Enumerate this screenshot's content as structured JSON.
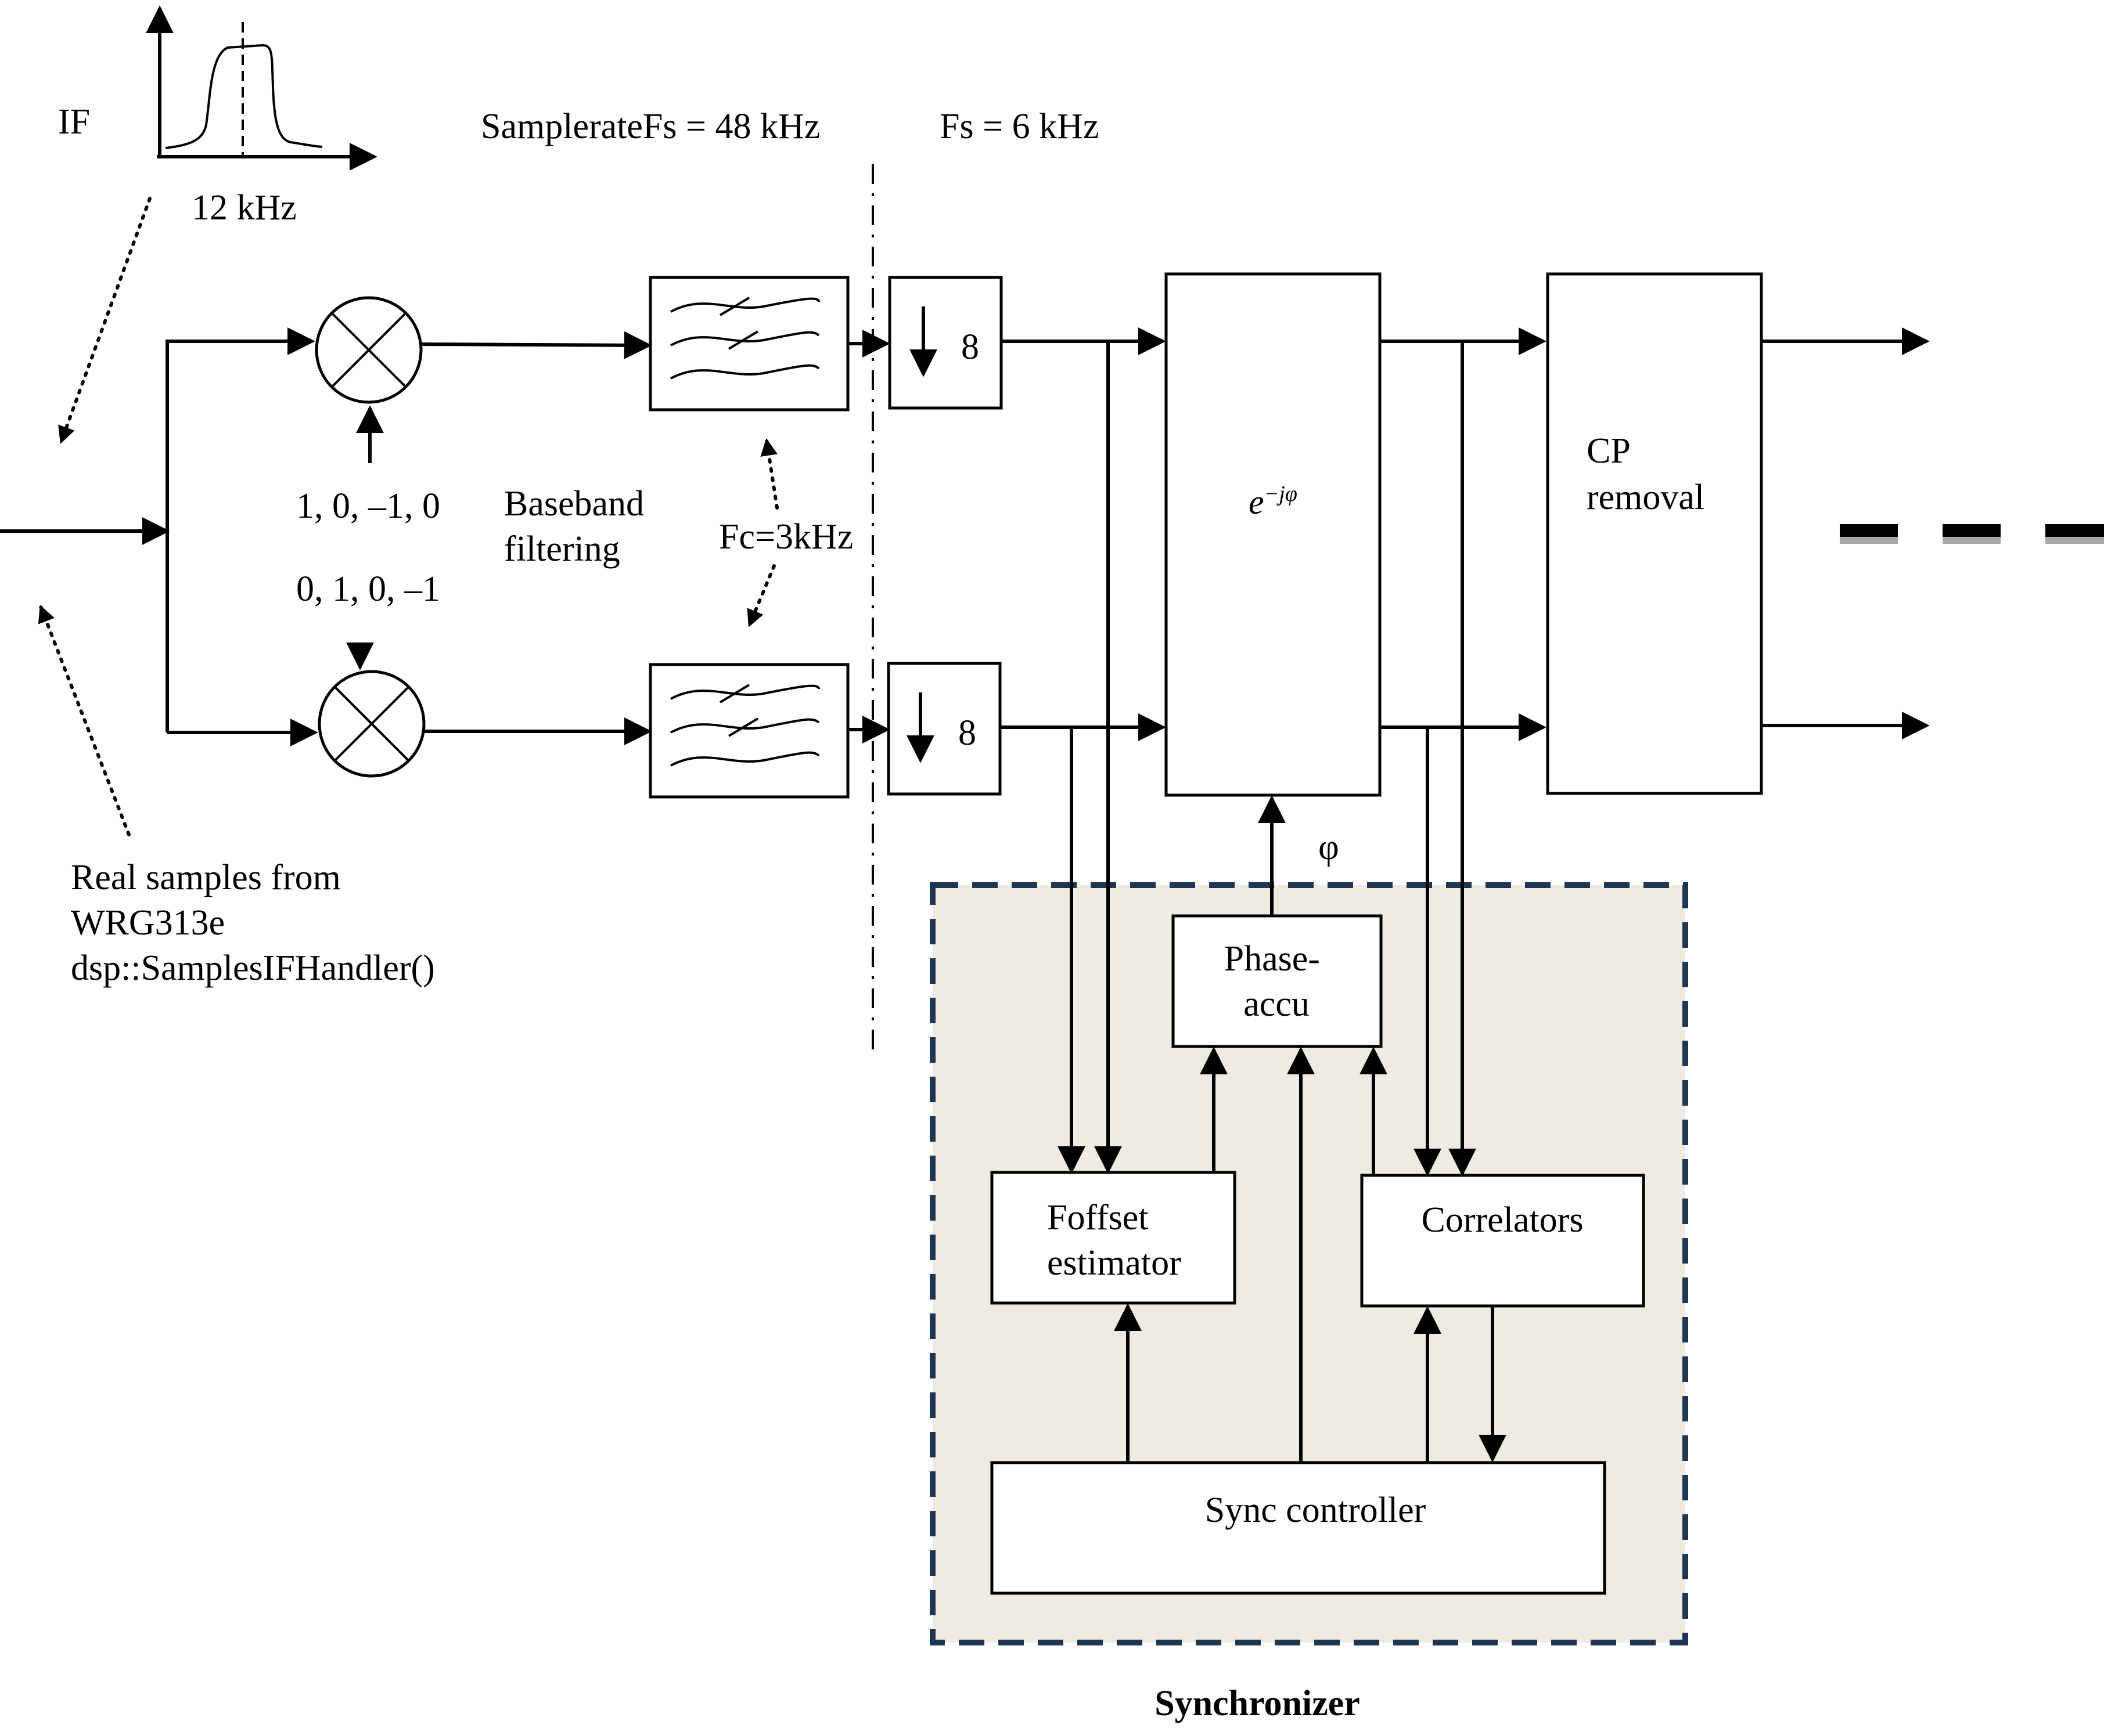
{
  "spectrum": {
    "axis_label": "IF",
    "center_label": "12 kHz"
  },
  "rates": {
    "input_rate": "SamplerateFs = 48 kHz",
    "output_rate": "Fs = 6 kHz"
  },
  "mixers": {
    "i_sequence": "1, 0, –1, 0",
    "q_sequence": "0, 1, 0, –1",
    "baseband_line1": "Baseband",
    "baseband_line2": "filtering"
  },
  "filter": {
    "cutoff": "Fc=3kHz"
  },
  "decimators": {
    "factor_top": "8",
    "factor_bottom": "8"
  },
  "derotator": {
    "base": "e",
    "exponent": "−jφ",
    "phase_symbol": "φ"
  },
  "cp_removal": {
    "line1": "CP",
    "line2": "removal"
  },
  "source": {
    "line1": "Real samples from",
    "line2": "WRG313e",
    "line3": "dsp::SamplesIFHandler()"
  },
  "synchronizer": {
    "title": "Synchronizer",
    "phase_accu_line1": "Phase-",
    "phase_accu_line2": "accu",
    "foffset_line1": "Foffset",
    "foffset_line2": "estimator",
    "correlators": "Correlators",
    "sync_controller": "Sync controller",
    "panel_fill": "#eeebe1",
    "border_color": "#1f3552"
  }
}
